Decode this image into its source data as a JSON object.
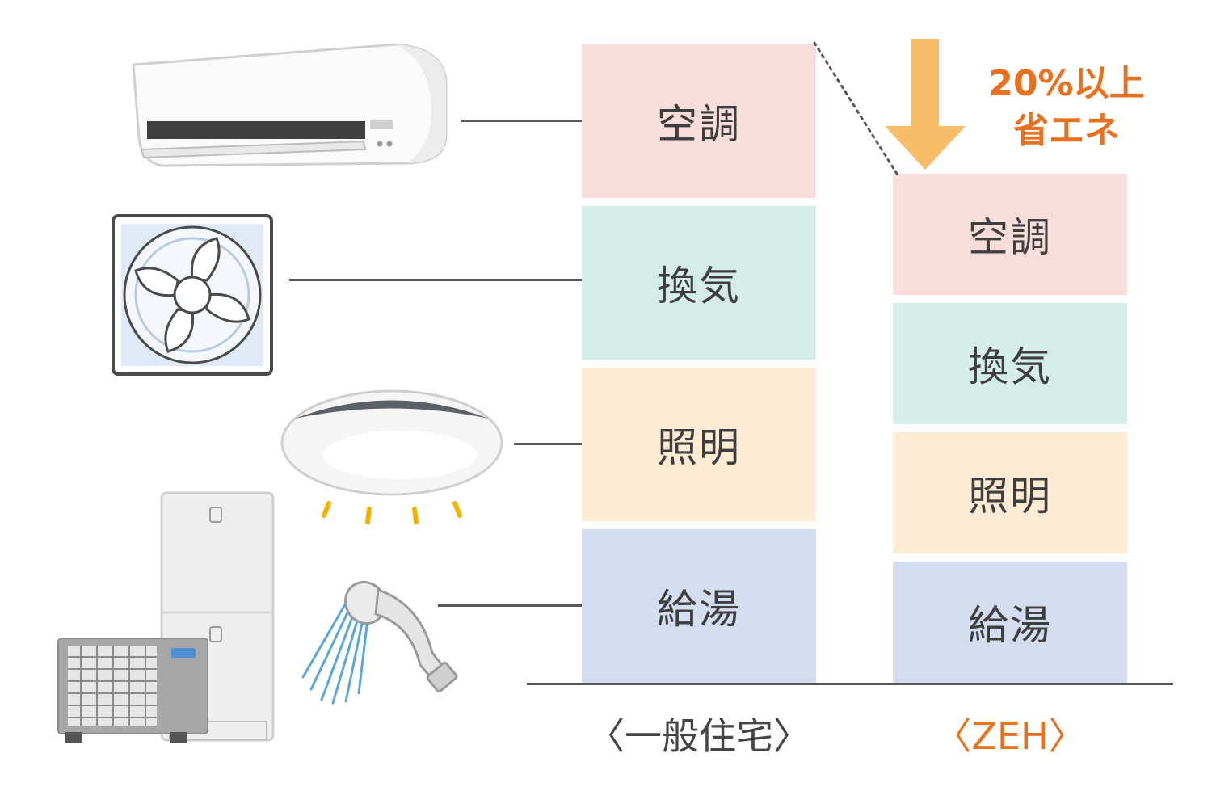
{
  "general": {
    "label": "〈一般住宅〉",
    "items": [
      {
        "label": "空調"
      },
      {
        "label": "換気"
      },
      {
        "label": "照明"
      },
      {
        "label": "給湯"
      }
    ]
  },
  "zeh": {
    "label": "〈ZEH〉",
    "items": [
      {
        "label": "空調"
      },
      {
        "label": "換気"
      },
      {
        "label": "照明"
      },
      {
        "label": "給湯"
      }
    ]
  },
  "savings_note": {
    "line1": "20%以上",
    "line2": "省エネ"
  },
  "colors": {
    "hvac": "#f9dcdc",
    "ventilation": "#d4ede8",
    "lighting": "#fdebd3",
    "hotwater": "#d4dcf0",
    "accent": "#e8711f",
    "arrow": "#f7bd69"
  }
}
